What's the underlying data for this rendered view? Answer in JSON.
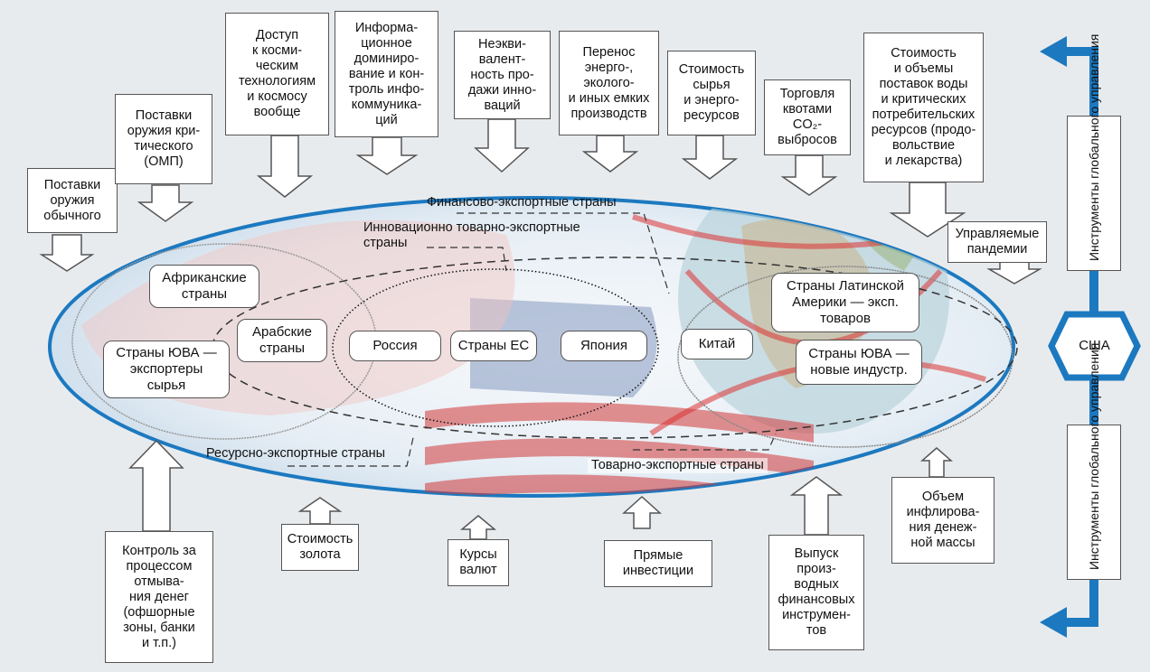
{
  "colors": {
    "accent": "#1c79c0",
    "background": "#e8ebee"
  },
  "top_boxes": [
    {
      "id": "weapons-conventional",
      "text": "Поставки\nоружия\nобычного"
    },
    {
      "id": "weapons-critical",
      "text": "Поставки\nоружия кри-\nтического\n(ОМП)"
    },
    {
      "id": "space-access",
      "text": "Доступ\nк косми-\nческим\nтехнологиям\nи космосу\nвообще"
    },
    {
      "id": "info-dominance",
      "text": "Информа-\nционное\nдоминиро-\nвание и кон-\nтроль инфо-\nкоммуника-\nций"
    },
    {
      "id": "innovation-nonequiv",
      "text": "Неэкви-\nвалент-\nность про-\nдажи инно-\nваций"
    },
    {
      "id": "transfer-production",
      "text": "Перенос\nэнерго-,\nэколого-\nи иных емких\nпроизводств"
    },
    {
      "id": "raw-cost",
      "text": "Стоимость\nсырья\nи энерго-\nресурсов"
    },
    {
      "id": "co2-trade",
      "text": "Торговля\nквотами\nCO₂-\nвыбросов"
    },
    {
      "id": "water-cost",
      "text": "Стоимость\nи объемы\nпоставок воды\nи критических\nпотребительских\nресурсов (продо-\nвольствие\nи лекарства)"
    },
    {
      "id": "pandemics",
      "text": "Управляемые\nпандемии"
    }
  ],
  "bottom_boxes": [
    {
      "id": "money-laundering",
      "text": "Контроль за\nпроцессом\nотмыва-\nния денег\n(офшорные\nзоны, банки\nи т.п.)"
    },
    {
      "id": "gold-cost",
      "text": "Стоимость\nзолота"
    },
    {
      "id": "currency",
      "text": "Курсы\nвалют"
    },
    {
      "id": "investments",
      "text": "Прямые\nинвестиции"
    },
    {
      "id": "derivatives",
      "text": "Выпуск\nпроиз-\nводных\nфинансовых\nинструмен-\nтов"
    },
    {
      "id": "inflation",
      "text": "Объем\nинфлирова-\nния денеж-\nной массы"
    }
  ],
  "countries": [
    {
      "id": "african",
      "text": "Африканские\nстраны"
    },
    {
      "id": "arab",
      "text": "Арабские\nстраны"
    },
    {
      "id": "sea-raw",
      "text": "Страны ЮВА —\nэкспортеры\nсырья"
    },
    {
      "id": "russia",
      "text": "Россия"
    },
    {
      "id": "eu",
      "text": "Страны ЕС"
    },
    {
      "id": "japan",
      "text": "Япония"
    },
    {
      "id": "china",
      "text": "Китай"
    },
    {
      "id": "latam",
      "text": "Страны Латинской\nАмерики — эксп.\nтоваров"
    },
    {
      "id": "sea-new",
      "text": "Страны ЮВА —\nновые индустр."
    }
  ],
  "group_labels": {
    "financial": "Финансово-экспортные страны",
    "innovation": "Инновационно товарно-экспортные\nстраны",
    "resource": "Ресурсно-экспортные страны",
    "goods": "Товарно-экспортные страны"
  },
  "right_bar": {
    "center": "США",
    "top_label": "Инструменты\nглобального\nуправления",
    "bottom_label": "Инструменты\nглобального\nуправления"
  }
}
